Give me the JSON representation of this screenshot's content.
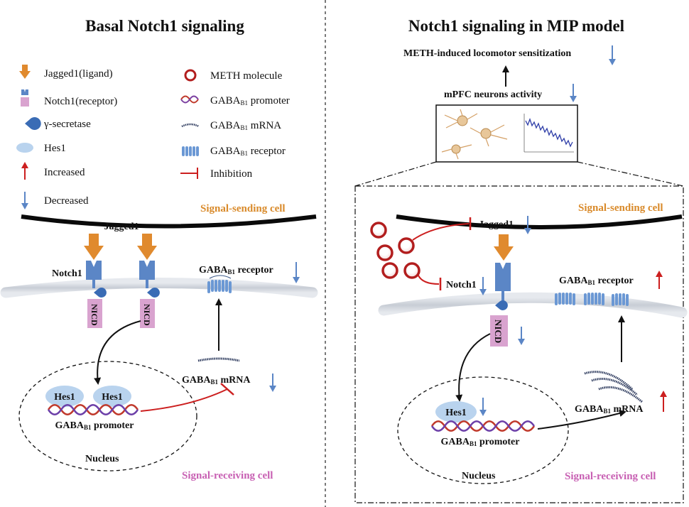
{
  "left": {
    "title": "Basal Notch1 signaling",
    "legend": {
      "jagged1": "Jagged1(ligand)",
      "notch1": "Notch1(receptor)",
      "gamma": "γ-secretase",
      "hes1": "Hes1",
      "increased": "Increased",
      "decreased": "Decreased",
      "meth": "METH molecule",
      "gaba_promoter": "promoter",
      "gaba_mrna": "mRNA",
      "gaba_receptor": "receptor",
      "inhibition": "Inhibition"
    },
    "signal_sending": "Signal-sending cell",
    "jagged1": "Jagged1",
    "notch1": "Notch1",
    "nicd": "NICD",
    "gaba_receptor": "receptor",
    "gaba_mrna": "mRNA",
    "hes1": "Hes1",
    "gaba_promoter": "promoter",
    "nucleus": "Nucleus",
    "signal_receiving": "Signal-receiving cell"
  },
  "right": {
    "title": "Notch1 signaling in MIP model",
    "sensitization": "METH-induced locomotor sensitization",
    "mpfc": "mPFC neurons activity",
    "signal_sending": "Signal-sending cell",
    "jagged1": "Jagged1",
    "notch1": "Notch1",
    "nicd": "NICD",
    "gaba_receptor": "receptor",
    "gaba_mrna": "mRNA",
    "hes1": "Hes1",
    "gaba_promoter": "promoter",
    "nucleus": "Nucleus",
    "signal_receiving": "Signal-receiving cell"
  },
  "gaba": {
    "main": "GABA",
    "sub": "B1"
  },
  "colors": {
    "orange": "#e08a2e",
    "blue": "#5b86c6",
    "pink": "#d9a3cf",
    "red": "#cc1f1f",
    "hes": "#b9d3ee",
    "membrane": "#cfd4dc",
    "sending_label": "#d98a2a",
    "receiving_label": "#c860b3"
  }
}
